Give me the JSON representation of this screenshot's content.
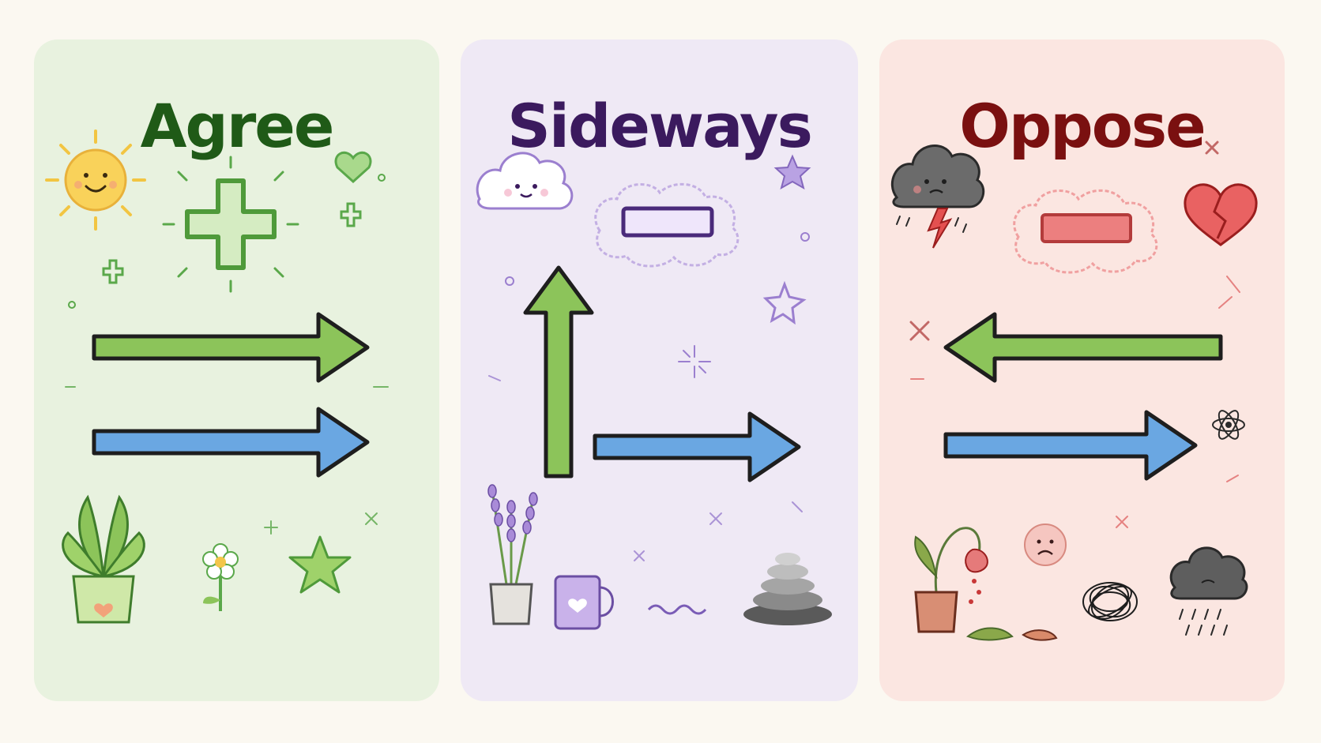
{
  "panels": [
    {
      "title": "Agree",
      "title_color": "#1f5a17",
      "background": "#e8f2df"
    },
    {
      "title": "Sideways",
      "title_color": "#3b1a5e",
      "background": "#efe9f5"
    },
    {
      "title": "Oppose",
      "title_color": "#7a1010",
      "background": "#fbe6e1"
    }
  ],
  "colors": {
    "green_arrow": "#8cc45a",
    "blue_arrow": "#6aa7e2",
    "outline": "#1e1e1e",
    "agree_accent": "#5aa84a",
    "sideways_accent": "#9b7fcf",
    "oppose_accent": "#e06a6a"
  },
  "icons": {
    "agree": [
      "sun-icon",
      "plus-icon",
      "heart-icon",
      "plant-icon",
      "flower-icon",
      "star-icon"
    ],
    "sideways": [
      "cloud-icon",
      "minus-icon",
      "star-icon",
      "lavender-icon",
      "mug-icon",
      "stones-icon"
    ],
    "oppose": [
      "storm-cloud-icon",
      "minus-icon",
      "broken-heart-icon",
      "wilted-plant-icon",
      "sad-face-icon",
      "scribble-icon",
      "rain-cloud-icon"
    ]
  }
}
